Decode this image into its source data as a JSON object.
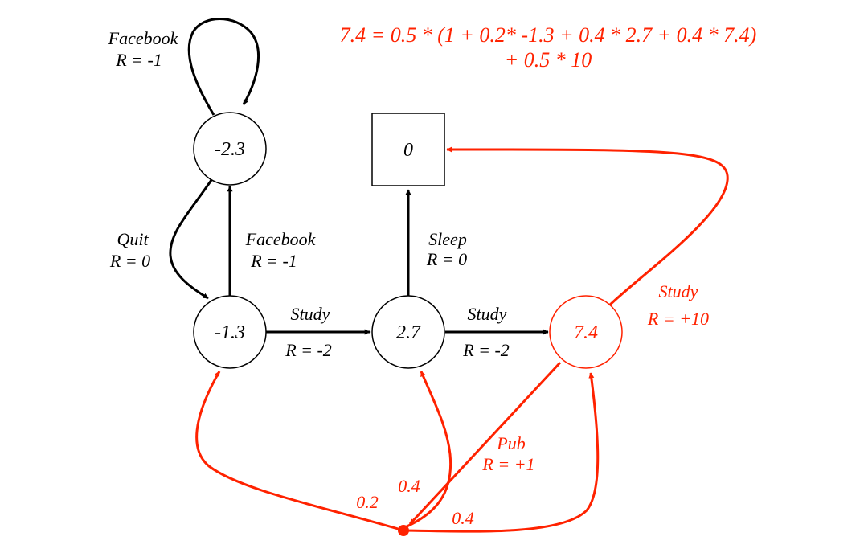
{
  "colors": {
    "black": "#000000",
    "red": "#ff2200"
  },
  "equation": {
    "line1": "7.4 = 0.5 * (1 + 0.2* -1.3 + 0.4 * 2.7 + 0.4 * 7.4)",
    "line2": "+ 0.5 * 10"
  },
  "states": {
    "facebook": "-2.3",
    "class1": "-1.3",
    "class2": "2.7",
    "class3": "7.4",
    "sleep": "0"
  },
  "edges": {
    "facebook_loop": {
      "action": "Facebook",
      "reward": "R = -1"
    },
    "quit": {
      "action": "Quit",
      "reward": "R = 0"
    },
    "facebook_up": {
      "action": "Facebook",
      "reward": "R = -1"
    },
    "study1": {
      "action": "Study",
      "reward": "R = -2"
    },
    "study2": {
      "action": "Study",
      "reward": "R = -2"
    },
    "sleep": {
      "action": "Sleep",
      "reward": "R = 0"
    },
    "study3": {
      "action": "Study",
      "reward": "R = +10"
    },
    "pub": {
      "action": "Pub",
      "reward": "R = +1"
    }
  },
  "probabilities": {
    "to_class1": "0.2",
    "to_class2": "0.4",
    "to_class3": "0.4"
  }
}
